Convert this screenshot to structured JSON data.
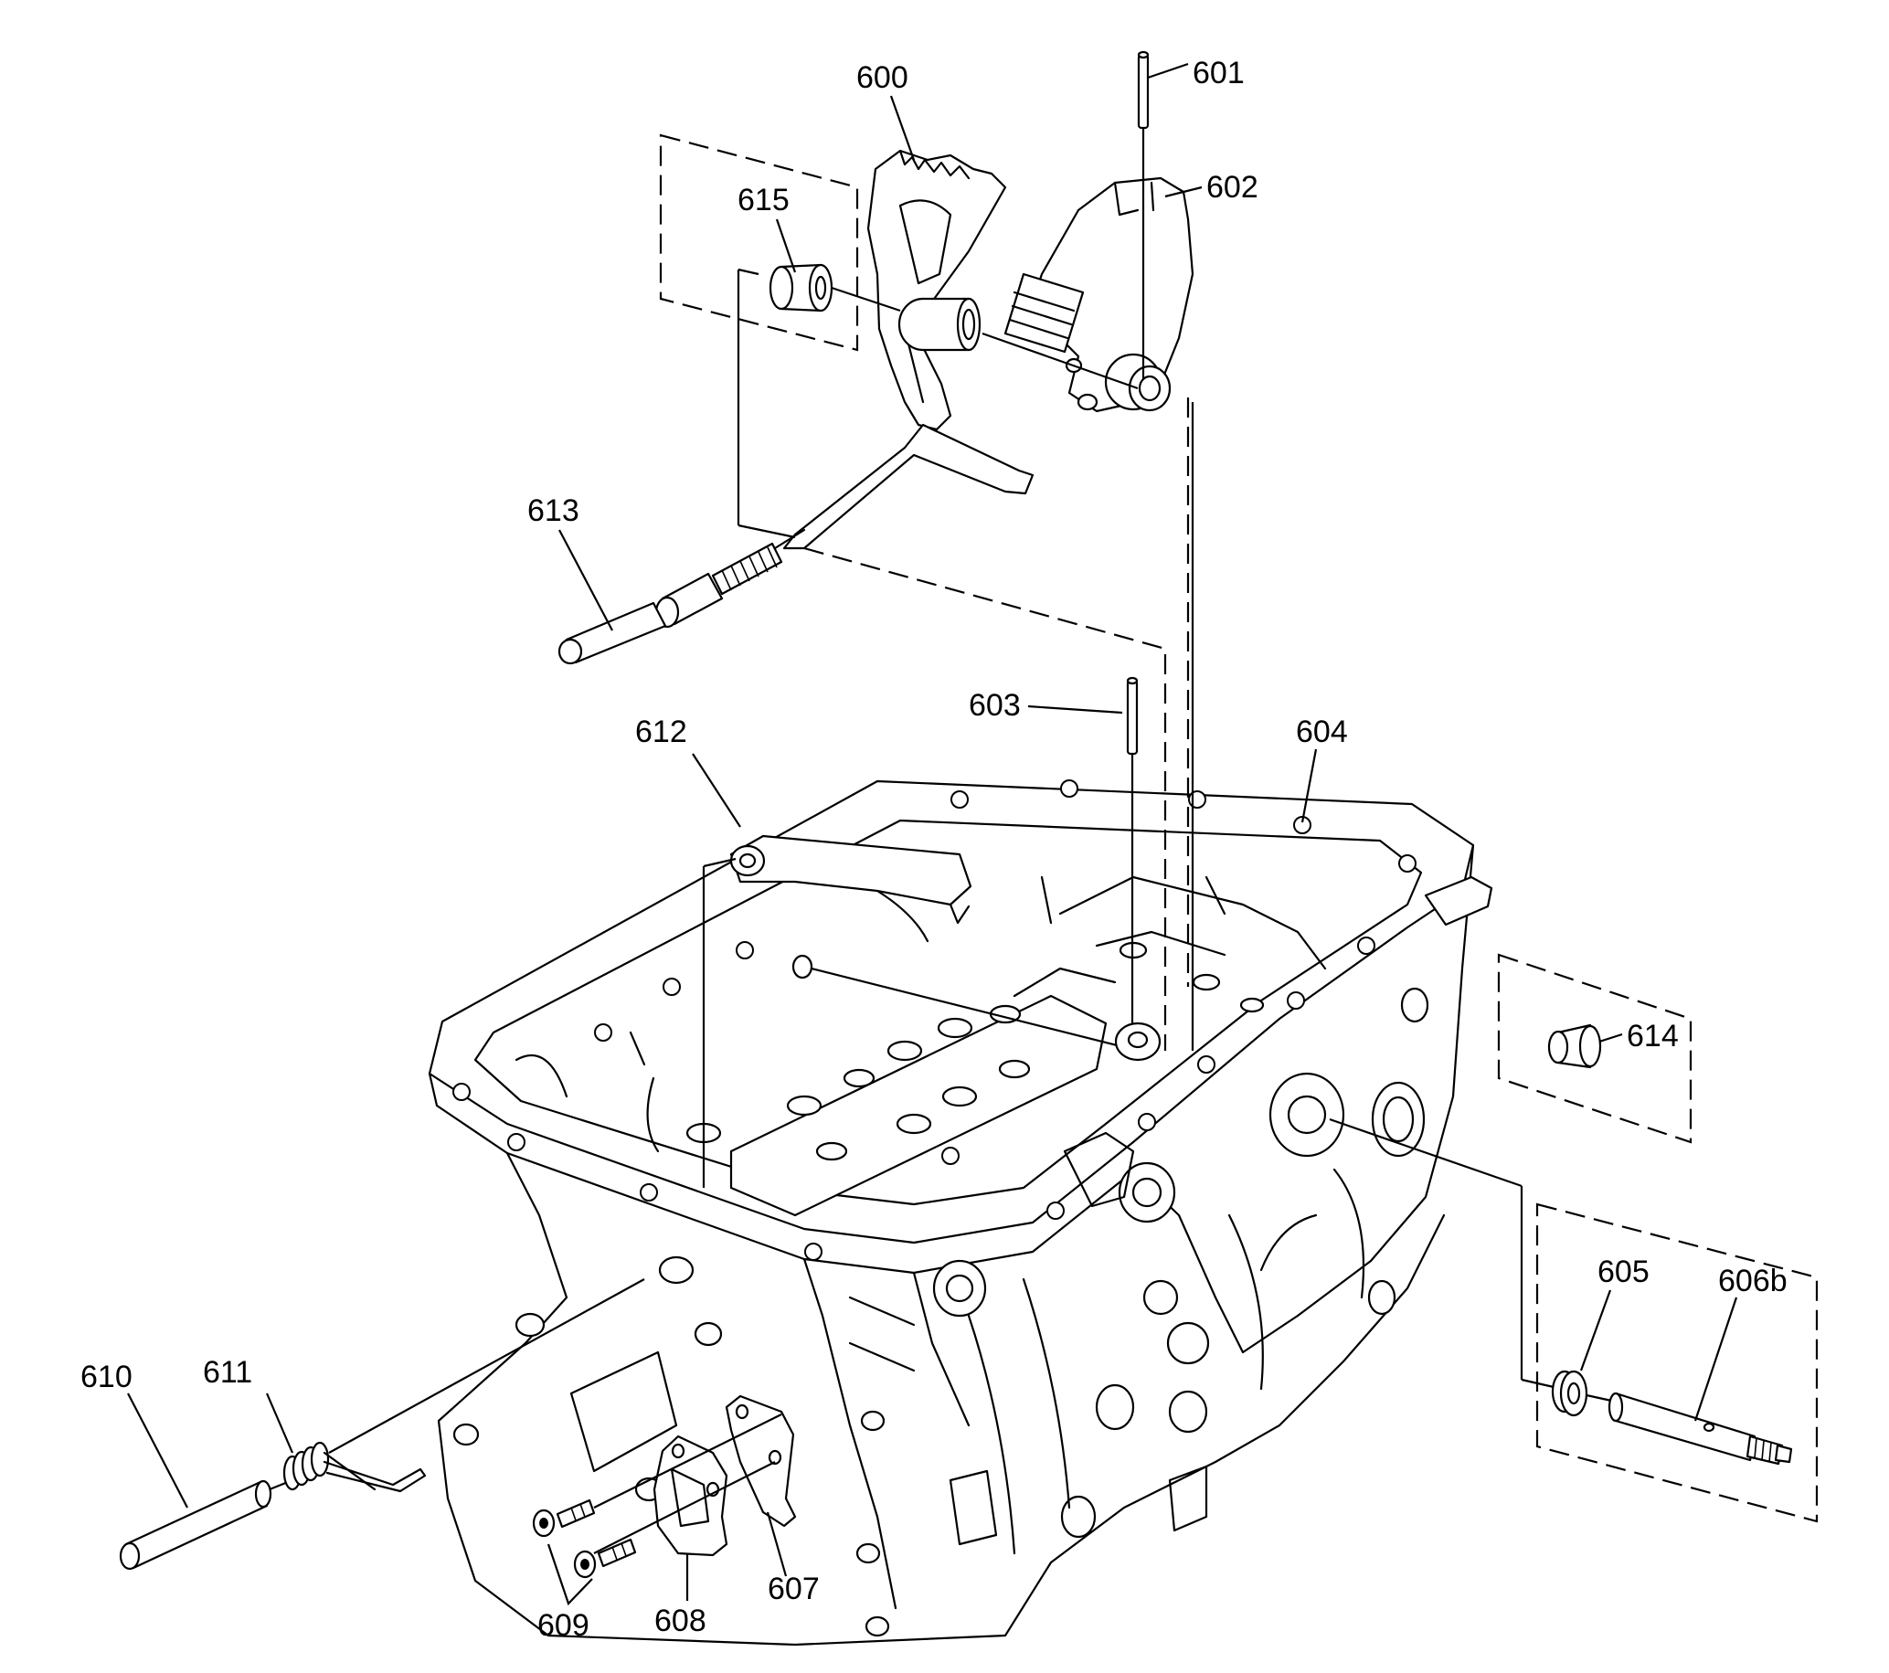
{
  "diagram": {
    "callouts": {
      "c600": "600",
      "c601": "601",
      "c602": "602",
      "c603": "603",
      "c604": "604",
      "c605": "605",
      "c606b": "606b",
      "c607": "607",
      "c608": "608",
      "c609": "609",
      "c610": "610",
      "c611": "611",
      "c612": "612",
      "c613": "613",
      "c614": "614",
      "c615": "615"
    }
  }
}
